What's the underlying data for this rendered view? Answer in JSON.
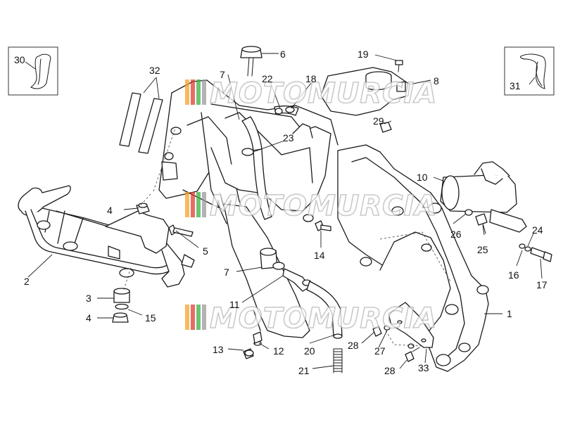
{
  "watermark": {
    "text": "MOTOMURCIA",
    "colors": [
      "#f7a12b",
      "#e23c2c",
      "#3fae49",
      "#9a9a9a"
    ]
  },
  "callouts": {
    "n1": "1",
    "n2": "2",
    "n3": "3",
    "n4a": "4",
    "n4b": "4",
    "n5": "5",
    "n6": "6",
    "n7a": "7",
    "n7b": "7",
    "n8": "8",
    "n10": "10",
    "n11": "11",
    "n12": "12",
    "n13": "13",
    "n14": "14",
    "n15": "15",
    "n16": "16",
    "n17": "17",
    "n18": "18",
    "n19": "19",
    "n20": "20",
    "n21": "21",
    "n22": "22",
    "n23": "23",
    "n24": "24",
    "n25": "25",
    "n26": "26",
    "n27": "27",
    "n28a": "28",
    "n28b": "28",
    "n29": "29",
    "n30": "30",
    "n31": "31",
    "n32": "32",
    "n33": "33"
  },
  "colors": {
    "line": "#1a1a1a",
    "background": "#ffffff"
  }
}
